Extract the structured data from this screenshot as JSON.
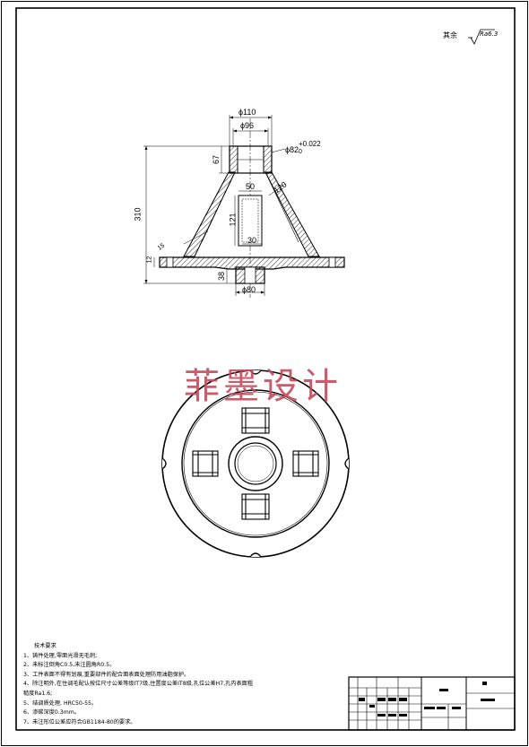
{
  "drawing": {
    "roughness_note": "其余",
    "roughness_value": "Ra6.3",
    "watermark": "菲墨设计"
  },
  "dimensions": {
    "d110": "ϕ110",
    "d96": "ϕ96",
    "d82": "ϕ82",
    "d82_tol": "+0.022",
    "d82_tol_low": "0",
    "h67": "67",
    "h310": "310",
    "w50": "50",
    "h121": "121",
    "w30": "30",
    "d120": "120",
    "h38": "38",
    "d80": "ϕ80",
    "h12": "12",
    "h15": "15"
  },
  "tech_notes": {
    "heading": "技术要求",
    "items": [
      "1、铸件处理,零面光滑无毛刺;",
      "2、未标注倒角C0.5,未注圆角R0.5。",
      "3、工件表面不得有划痕,重要部件的配合面表面处理防用油脂保护。",
      "4、除注明外,在住调毛配认按位尺寸公差等级IT7级,住置度公差IT8级,孔位公差H7,孔内表面粗",
      "   糙度Ra1.6;",
      "5、结调质处理, HRC50-55。",
      "6、渗碳深度0.3mm。",
      "7、未注形位公差应符合GB1184-80的要求。"
    ]
  }
}
